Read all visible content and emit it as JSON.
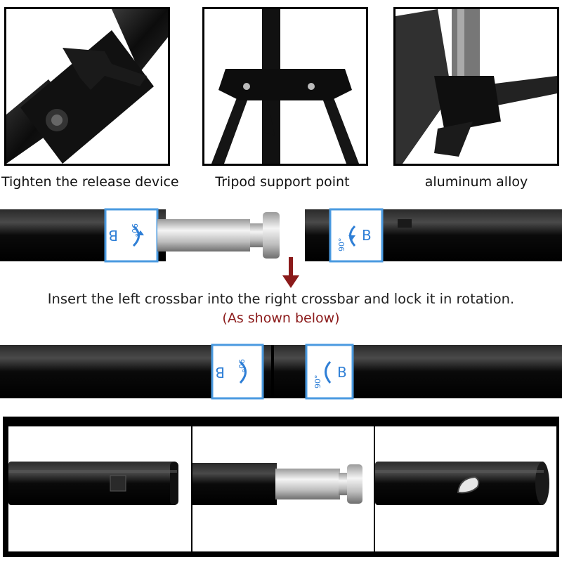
{
  "captions": {
    "release": "Tighten the release device",
    "tripod": "Tripod support point",
    "alloy": "aluminum alloy"
  },
  "instruction": "Insert the left crossbar into the right crossbar and lock it in rotation.",
  "note": "(As shown below)",
  "label": {
    "letter": "B",
    "angle": "90°"
  },
  "colors": {
    "tube": "#0a0a0a",
    "label_blue": "#2f7fd6",
    "arrow": "#8b1a1a",
    "note": "#8b1a1a"
  }
}
